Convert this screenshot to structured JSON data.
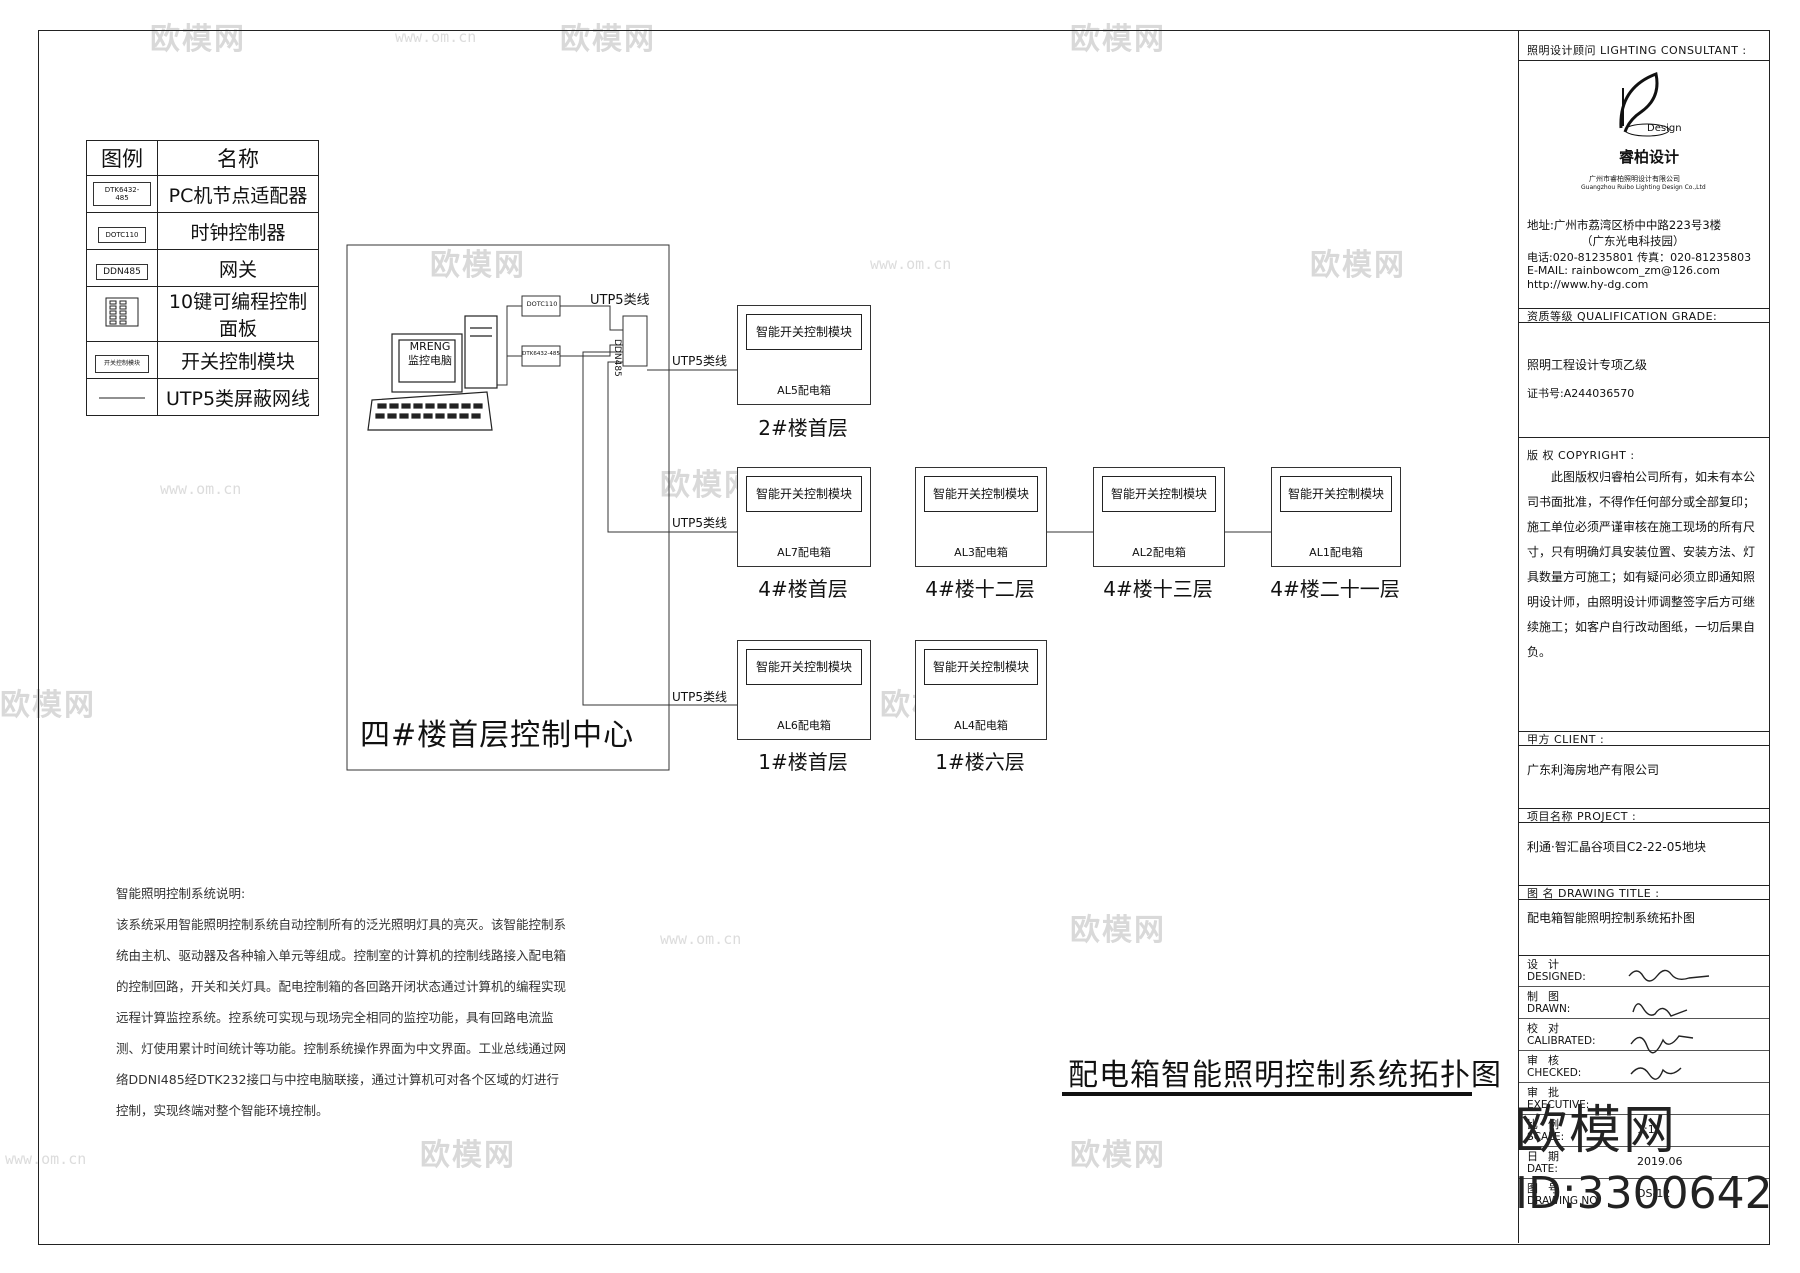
{
  "legend": {
    "header": {
      "symbol": "图例",
      "name": "名称"
    },
    "rows": [
      {
        "symbol": "DTK6432-485",
        "name": "PC机节点适配器"
      },
      {
        "symbol": "DOTC110",
        "name": "时钟控制器"
      },
      {
        "symbol": "DDN485",
        "name": "网关"
      },
      {
        "symbol": "",
        "name": "10键可编程控制面板"
      },
      {
        "symbol": "开关控制模块",
        "name": "开关控制模块"
      },
      {
        "symbol": "",
        "name": "UTP5类屏蔽网线"
      }
    ]
  },
  "control_center": {
    "title": "四#楼首层控制中心",
    "monitor_text": [
      "MRENG",
      "监控电脑"
    ],
    "devices": {
      "clock": "DOTC110",
      "adapter": "DTK6432-485",
      "gateway": "DDN485"
    },
    "cable_label": "UTP5类线"
  },
  "modules": [
    {
      "inner": "智能开关控制模块",
      "box": "AL5配电箱",
      "floor": "2#楼首层",
      "cable": "UTP5类线"
    },
    {
      "inner": "智能开关控制模块",
      "box": "AL7配电箱",
      "floor": "4#楼首层",
      "cable": "UTP5类线"
    },
    {
      "inner": "智能开关控制模块",
      "box": "AL3配电箱",
      "floor": "4#楼十二层",
      "cable": ""
    },
    {
      "inner": "智能开关控制模块",
      "box": "AL2配电箱",
      "floor": "4#楼十三层",
      "cable": ""
    },
    {
      "inner": "智能开关控制模块",
      "box": "AL1配电箱",
      "floor": "4#楼二十一层",
      "cable": ""
    },
    {
      "inner": "智能开关控制模块",
      "box": "AL6配电箱",
      "floor": "1#楼首层",
      "cable": "UTP5类线"
    },
    {
      "inner": "智能开关控制模块",
      "box": "AL4配电箱",
      "floor": "1#楼六层",
      "cable": ""
    }
  ],
  "description": {
    "title": "智能照明控制系统说明:",
    "body": "该系统采用智能照明控制系统自动控制所有的泛光照明灯具的亮灭。该智能控制系统由主机、驱动器及各种输入单元等组成。控制室的计算机的控制线路接入配电箱的控制回路，开关和关灯具。配电控制箱的各回路开闭状态通过计算机的编程实现远程计算监控系统。控系统可实现与现场完全相同的监控功能，具有回路电流监测、灯使用累计时间统计等功能。控制系统操作界面为中文界面。工业总线通过网络DDNI485经DTK232接口与中控电脑联接，通过计算机可对各个区域的灯进行控制，实现终端对整个智能环境控制。"
  },
  "drawing_caption": "配电箱智能照明控制系统拓扑图",
  "title_block": {
    "consultant_label": "照明设计顾问 LIGHTING CONSULTANT :",
    "logo_text": "Design",
    "company_name": "睿柏设计",
    "company_sub_cn": "广州市睿柏照明设计有限公司",
    "company_sub_en": "Guangzhou Ruibo Lighting Design Co.,Ltd",
    "address": "地址:广州市荔湾区桥中中路223号3楼",
    "address2": "（广东光电科技园）",
    "phone": "电话:020-81235801 传真：020-81235803",
    "email": "E-MAIL: rainbowcom_zm@126.com",
    "web": "http://www.hy-dg.com",
    "qualification_label": "资质等级 QUALIFICATION GRADE:",
    "qualification": "照明工程设计专项乙级",
    "certificate": "证书号:A244036570",
    "copyright_label": "版 权 COPYRIGHT :",
    "copyright_text": "此图版权归睿柏公司所有，如未有本公司书面批准，不得作任何部分或全部复印；施工单位必须严谨审核在施工现场的所有尺寸，只有明确灯具安装位置、安装方法、灯具数量方可施工；如有疑问必须立即通知照明设计师，由照明设计师调整签字后方可继续施工；如客户自行改动图纸，一切后果自负。",
    "client_label": "甲方 CLIENT :",
    "client": "广东利海房地产有限公司",
    "project_label": "项目名称 PROJECT :",
    "project": "利通·智汇晶谷项目C2-22-05地块",
    "drawing_title_label": "图    名 DRAWING TITLE :",
    "drawing_title": "配电箱智能照明控制系统拓扑图",
    "signs": [
      {
        "cn": "设计",
        "en": "DESIGNED:"
      },
      {
        "cn": "制图",
        "en": "DRAWN:"
      },
      {
        "cn": "校对",
        "en": "CALIBRATED:"
      },
      {
        "cn": "审核",
        "en": "CHECKED:"
      },
      {
        "cn": "审批",
        "en": "EXECUTIVE:"
      },
      {
        "cn": "比例",
        "en": "SCALE:",
        "value": "1:1"
      },
      {
        "cn": "日期",
        "en": "DATE:",
        "value": "2019.06"
      },
      {
        "cn": "图号",
        "en": "DRAWING NO:",
        "value": "DS-12"
      }
    ]
  },
  "watermark": {
    "brand": "欧模网",
    "site": "www.om.cn",
    "id": "ID:3300642"
  }
}
